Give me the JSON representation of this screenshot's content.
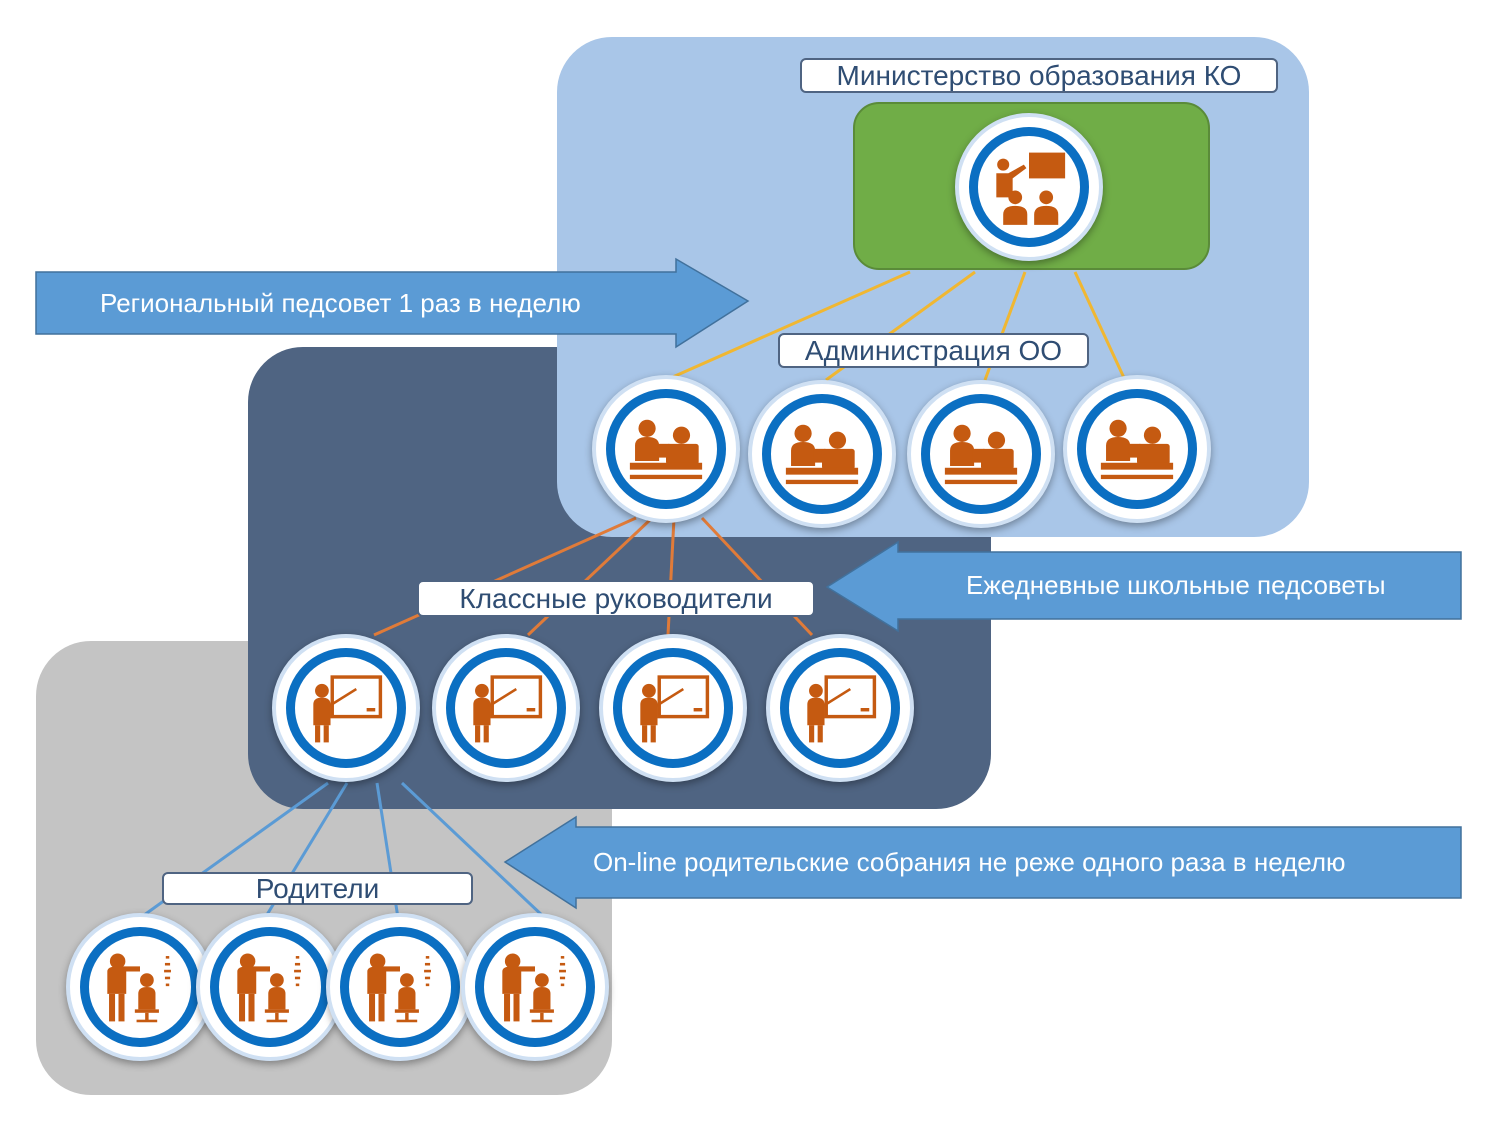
{
  "levels": {
    "ministry": {
      "label": "Министерство образования КО"
    },
    "administration": {
      "label": "Администрация ОО"
    },
    "class_teachers": {
      "label": "Классные руководители"
    },
    "parents": {
      "label": "Родители"
    }
  },
  "arrows": {
    "regional": "Региональный педсовет 1 раз в неделю",
    "daily": "Ежедневные школьные педсоветы",
    "online": "On-line родительские собрания не реже одного раза в неделю"
  },
  "icons": {
    "ministry": "presentation-icon",
    "administration": "meeting-icon",
    "class_teachers": "teacher-board-icon",
    "parents": "eye-exam-icon"
  },
  "colors": {
    "ministry_panel": "#a9c6e8",
    "school_panel": "#4f6482",
    "parents_panel": "#c4c4c4",
    "ministry_box": "#70ad47",
    "arrow": "#5b9bd5",
    "ring": "#0b6fc2",
    "icon": "#c55a11",
    "line_admin": "#f0b732",
    "line_teachers": "#e07b39",
    "line_parents": "#5b9bd5"
  }
}
